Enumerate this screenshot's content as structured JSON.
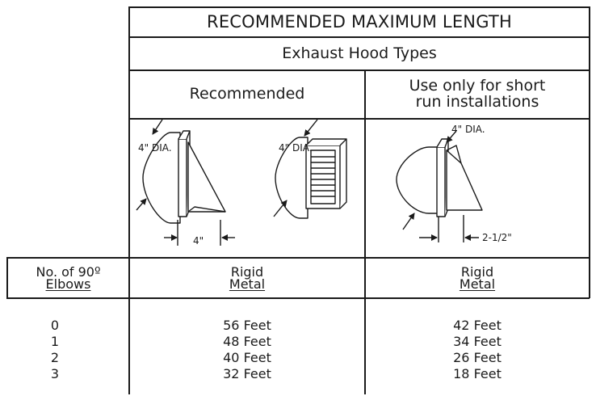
{
  "table": {
    "title": "RECOMMENDED MAXIMUM LENGTH",
    "subtitle": "Exhaust Hood Types",
    "col_recommended": "Recommended",
    "col_short_run_line1": "Use only for short",
    "col_short_run_line2": "run installations",
    "row_header_line1": "No. of 90º",
    "row_header_line2": "Elbows",
    "material_col2_line1": "Rigid",
    "material_col2_line2": "Metal",
    "material_col3_line1": "Rigid",
    "material_col3_line2": "Metal",
    "rows": [
      {
        "elbows": "0",
        "recommended": "56 Feet",
        "short_run": "42 Feet"
      },
      {
        "elbows": "1",
        "recommended": "48 Feet",
        "short_run": "34 Feet"
      },
      {
        "elbows": "2",
        "recommended": "40 Feet",
        "short_run": "26 Feet"
      },
      {
        "elbows": "3",
        "recommended": "32 Feet",
        "short_run": "18 Feet"
      }
    ]
  },
  "diagrams": {
    "hood1_dia": "4\" DIA.",
    "hood1_width": "4\"",
    "hood2_dia": "4\" DIA.",
    "hood3_dia": "4\" DIA.",
    "hood3_width": "2-1/2\""
  }
}
